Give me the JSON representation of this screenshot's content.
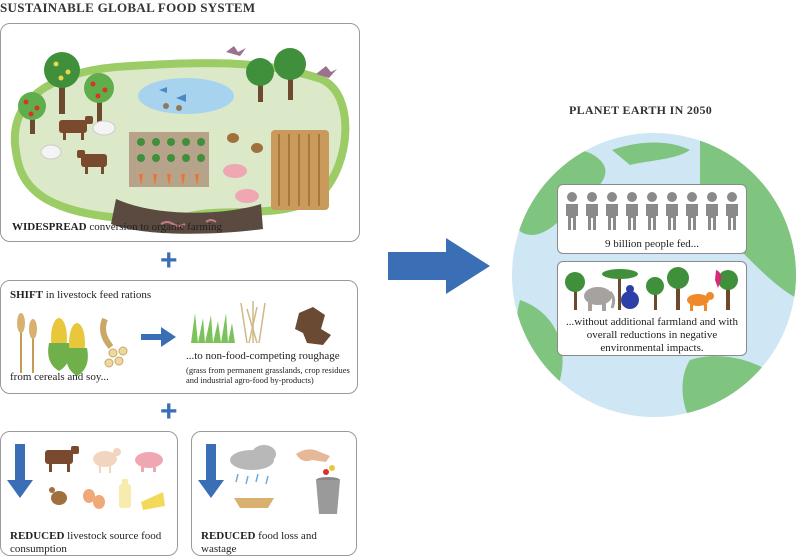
{
  "titles": {
    "left": "SUSTAINABLE GLOBAL FOOD SYSTEM",
    "right": "PLANET EARTH IN 2050"
  },
  "panels": {
    "organic": {
      "bold": "WIDESPREAD",
      "rest": " conversion to organic farming"
    },
    "feed": {
      "bold": "SHIFT",
      "rest": " in livestock feed rations",
      "from": "from cereals and soy...",
      "to": "...to non-food-competing roughage",
      "to_detail": "(grass from permanent grasslands, crop residues and industrial agro-food by-products)"
    },
    "livestock": {
      "bold": "REDUCED",
      "rest": " livestock source food consumption"
    },
    "waste": {
      "bold": "REDUCED",
      "rest": " food loss and wastage"
    }
  },
  "earth": {
    "people_text": "9 billion people fed...",
    "nature_text": "...without additional farmland and with overall reductions in negative environmental impacts."
  },
  "colors": {
    "arrow_blue": "#3a6fb5",
    "ocean": "#cfe6f5",
    "land": "#7fc47f",
    "grass": "#9ccc65",
    "person": "#8a8a8a"
  }
}
